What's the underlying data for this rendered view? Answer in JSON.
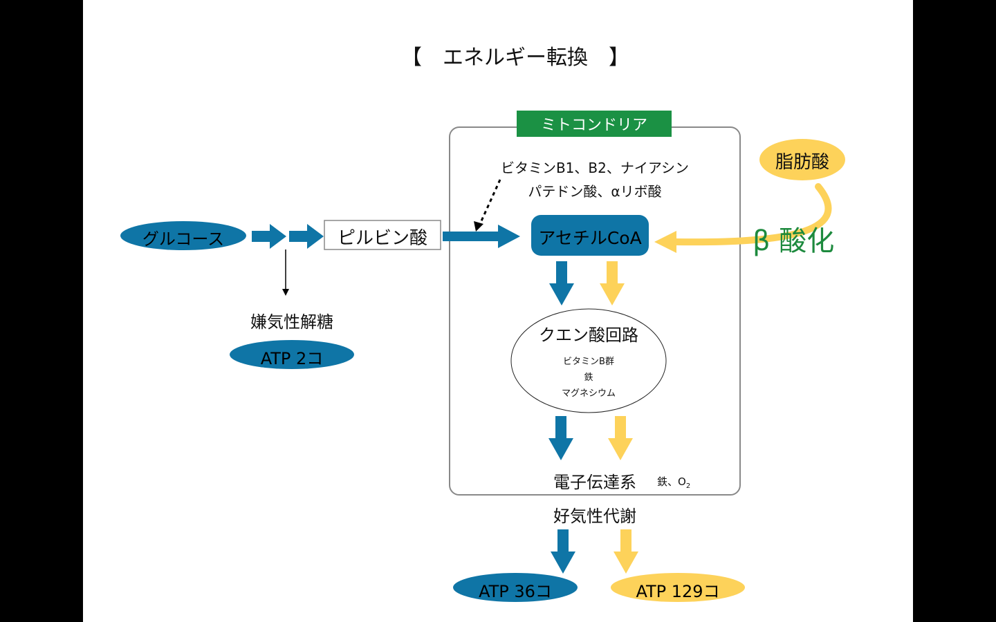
{
  "title": "【　エネルギー転換　】",
  "mitochondria": {
    "label": "ミトコンドリア"
  },
  "vitamins": {
    "line1": "ビタミンB1、B2、ナイアシン",
    "line2": "パテドン酸、αリボ酸"
  },
  "fatty_acid": {
    "label": "脂肪酸",
    "process": "β 酸化"
  },
  "glucose": {
    "label": "グルコース"
  },
  "pyruvate": {
    "label": "ピルビン酸"
  },
  "acetyl_coa": {
    "label": "アセチルCoA"
  },
  "anaerobic": {
    "label": "嫌気性解糖",
    "atp": "ATP 2コ"
  },
  "citric_cycle": {
    "label": "クエン酸回路",
    "nutrients": [
      "ビタミンB群",
      "鉄",
      "マグネシウム"
    ]
  },
  "electron_transport": {
    "label": "電子伝達系",
    "cofactor": "鉄、O",
    "cofactor_sub": "2"
  },
  "aerobic": {
    "label": "好気性代謝"
  },
  "atp_glucose": {
    "label": "ATP 36コ"
  },
  "atp_fat": {
    "label": "ATP 129コ"
  },
  "colors": {
    "blue": "#0f75a6",
    "yellow": "#fdd25a",
    "green": "#1b9144",
    "green_text": "#1d8a3e"
  }
}
